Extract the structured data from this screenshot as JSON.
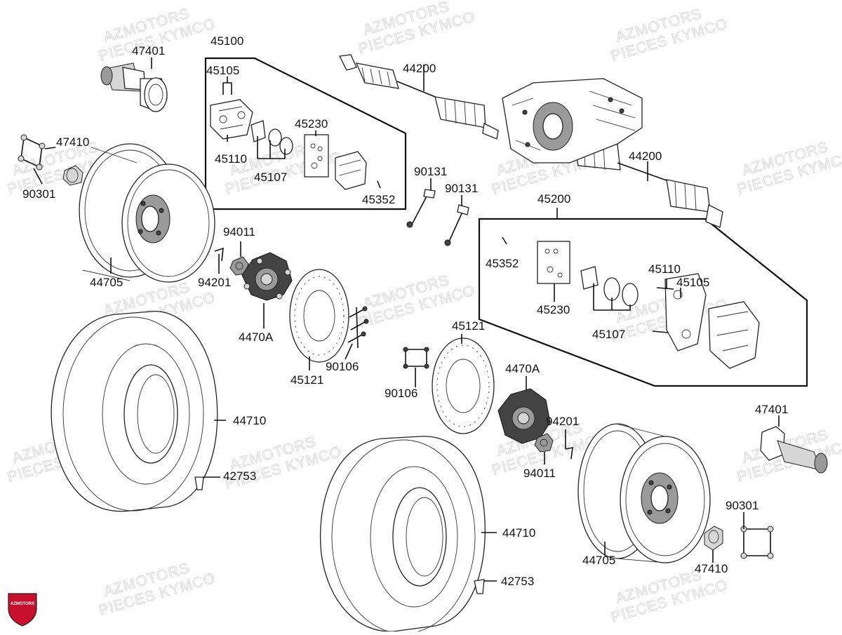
{
  "watermark": {
    "line1": "AZMOTORS",
    "line2": "PIECES KYMCO"
  },
  "logo": {
    "text": "AZMOTORS",
    "color": "#c8102e"
  },
  "labels": {
    "p47401_a": "47401",
    "p45100": "45100",
    "p45105_a": "45105",
    "p45230_a": "45230",
    "p45110_a": "45110",
    "p45107_a": "45107",
    "p45352_a": "45352",
    "p44200_a": "44200",
    "p44200_b": "44200",
    "p47410_a": "47410",
    "p90301_a": "90301",
    "p90131_a": "90131",
    "p90131_b": "90131",
    "p45200": "45200",
    "p45352_b": "45352",
    "p45230_b": "45230",
    "p45110_b": "45110",
    "p45105_b": "45105",
    "p45107_b": "45107",
    "p44705_a": "44705",
    "p94011_a": "94011",
    "p94201_a": "94201",
    "p4470A_a": "4470A",
    "p45121_a": "45121",
    "p90106_a": "90106",
    "p45121_b": "45121",
    "p90106_b": "90106",
    "p4470A_b": "4470A",
    "p44710_a": "44710",
    "p42753_a": "42753",
    "p94201_b": "94201",
    "p94011_b": "94011",
    "p47401_b": "47401",
    "p44710_b": "44710",
    "p90301_b": "90301",
    "p44705_b": "44705",
    "p47410_b": "47410",
    "p42753_b": "42753"
  }
}
